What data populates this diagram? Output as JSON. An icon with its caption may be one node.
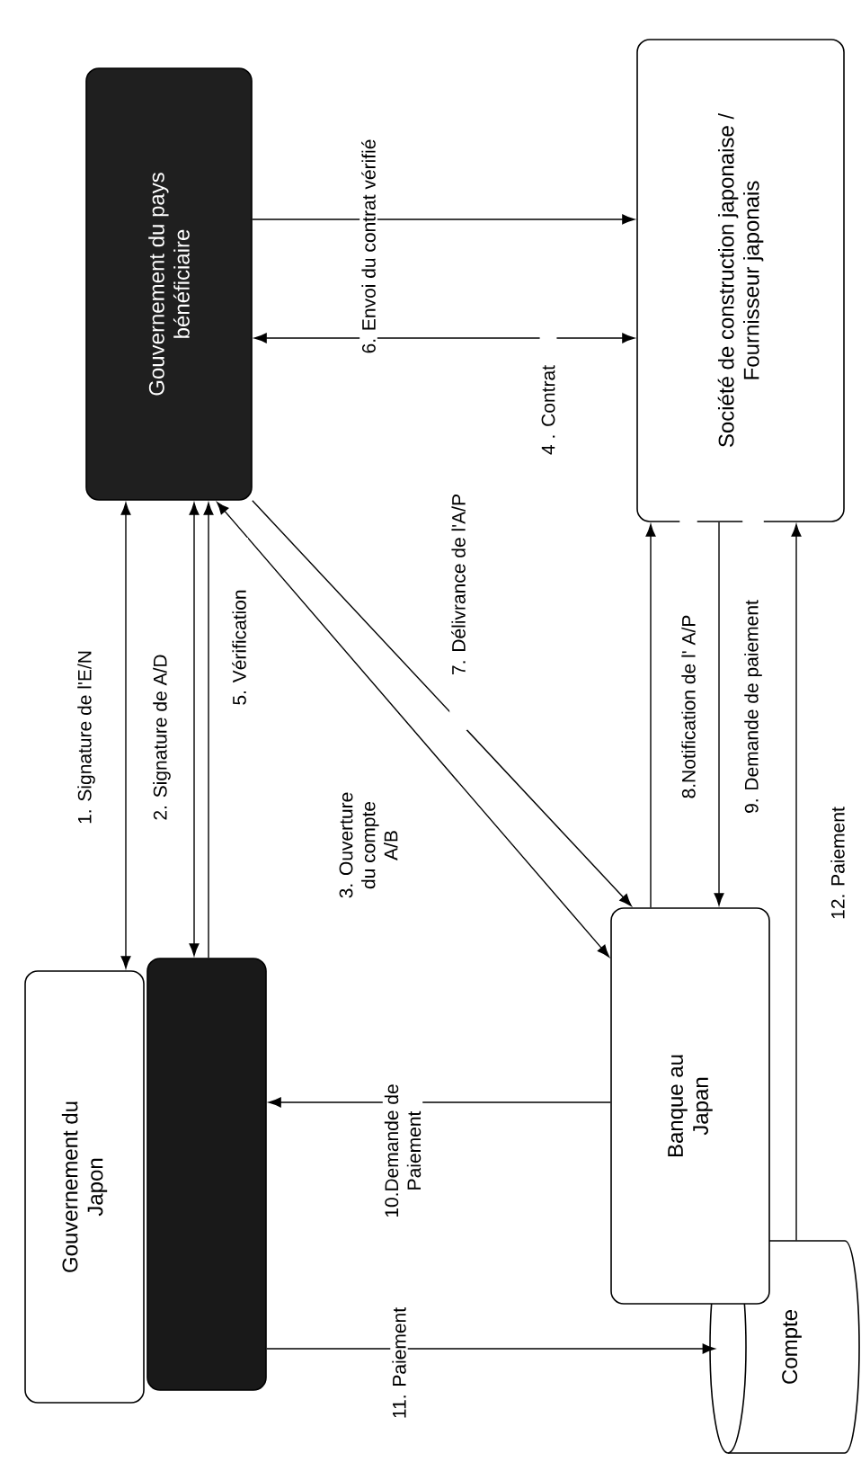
{
  "diagram": {
    "nodes": [
      {
        "text": [
          "Gouvernement du Japon"
        ]
      },
      {
        "text": [],
        "shape": "box"
      },
      {
        "text": [
          "Gouvernement du pays bénéficiaire"
        ]
      },
      {
        "text": [
          "Société de construction japonaise / Fournisseur japonais"
        ]
      },
      {
        "text": [
          "Banque au Japan"
        ]
      },
      {
        "text": [
          "Compte"
        ]
      }
    ],
    "edges": [
      {
        "from": 0,
        "to": 2,
        "arrow": "both",
        "label": "1. Signature de l'E/N"
      },
      {
        "from": 1,
        "to": 2,
        "arrow": "both",
        "label": "2. Signature de A/D"
      },
      {
        "from": 2,
        "to": 4,
        "arrow": "both",
        "label": "3. Ouverture du compte A/B"
      },
      {
        "from": 2,
        "to": 3,
        "arrow": "both",
        "label": "4 . Contrat"
      },
      {
        "from": 1,
        "to": 2,
        "arrow": "to",
        "label": "5. Vérification"
      },
      {
        "from": 2,
        "to": 3,
        "arrow": "to",
        "label": "6. Envoi du contrat vérifié"
      },
      {
        "from": 2,
        "to": 4,
        "arrow": "to",
        "label": "7. Délivrance de l'A/P"
      },
      {
        "from": 4,
        "to": 3,
        "arrow": "to",
        "label": "8.Notification de l' A/P"
      },
      {
        "from": 3,
        "to": 4,
        "arrow": "to",
        "label": "9. Demande de paiement"
      },
      {
        "from": 4,
        "to": 1,
        "arrow": "to",
        "label": "10.Demande de Paiement"
      },
      {
        "from": 1,
        "to": 5,
        "arrow": "to",
        "label": "11. Paiement"
      },
      {
        "from": 5,
        "to": 3,
        "arrow": "to",
        "label": "12. Paiement"
      }
    ]
  }
}
